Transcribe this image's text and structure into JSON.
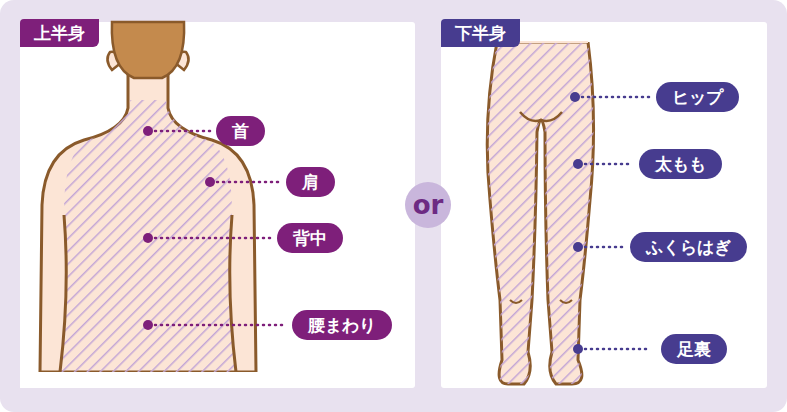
{
  "diagram": {
    "nodes": [
      {
        "text": [
          "上半身"
        ]
      },
      {
        "text": [
          "首"
        ],
        "in": 0
      },
      {
        "text": [
          "肩"
        ],
        "in": 0
      },
      {
        "text": [
          "背中"
        ],
        "in": 0
      },
      {
        "text": [
          "腰まわり"
        ],
        "in": 0
      },
      {
        "text": [
          "or"
        ]
      },
      {
        "text": [
          "下半身"
        ]
      },
      {
        "text": [
          "ヒップ"
        ],
        "in": 6
      },
      {
        "text": [
          "太もも"
        ],
        "in": 6
      },
      {
        "text": [
          "ふくらはぎ"
        ],
        "in": 6
      },
      {
        "text": [
          "足裏"
        ],
        "in": 6
      }
    ]
  }
}
